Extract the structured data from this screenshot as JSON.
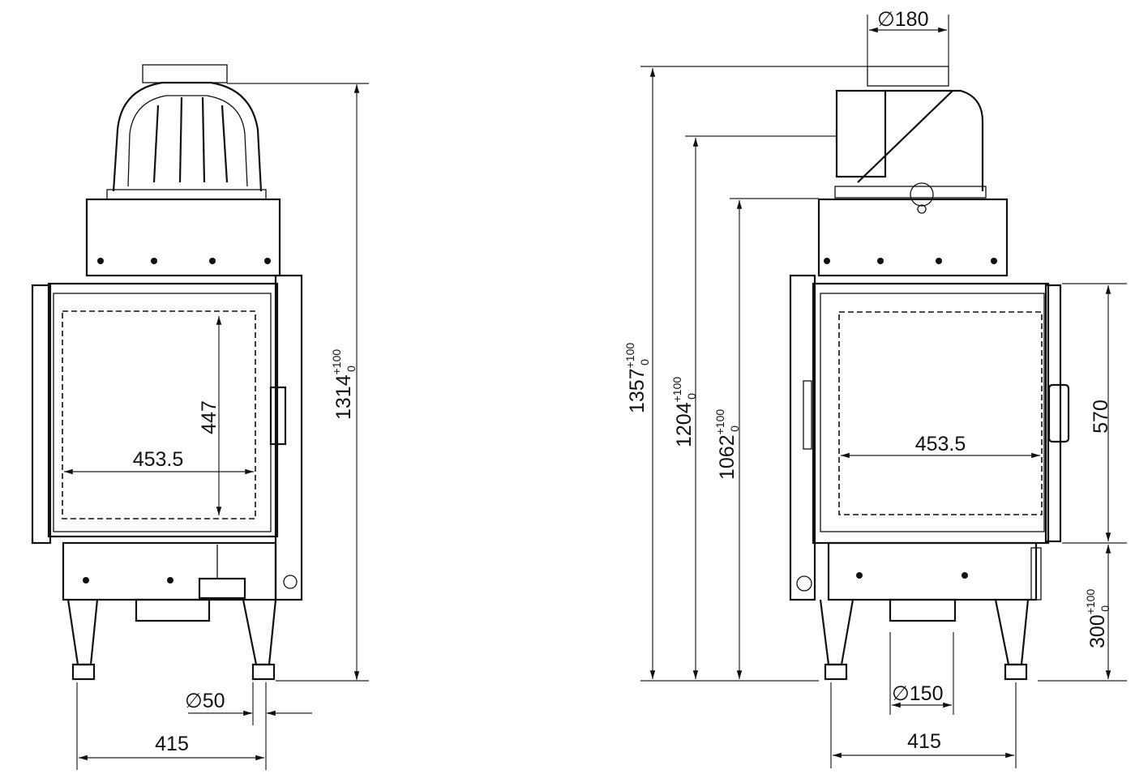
{
  "front_view": {
    "width_dim": "453.5",
    "height_dim": "447",
    "total_height": {
      "value": "1314",
      "tol_upper": "+100",
      "tol_lower": "0"
    },
    "leg_diameter": "∅50",
    "leg_spacing": "415"
  },
  "side_view": {
    "flue_diameter": "∅180",
    "total_height": {
      "value": "1357",
      "tol_upper": "+100",
      "tol_lower": "0"
    },
    "height_1204": {
      "value": "1204",
      "tol_upper": "+100",
      "tol_lower": "0"
    },
    "height_1062": {
      "value": "1062",
      "tol_upper": "+100",
      "tol_lower": "0"
    },
    "width_dim": "453.5",
    "door_height": "570",
    "base_height": {
      "value": "300",
      "tol_upper": "+100",
      "tol_lower": "0"
    },
    "air_inlet_diameter": "∅150",
    "leg_spacing": "415"
  }
}
